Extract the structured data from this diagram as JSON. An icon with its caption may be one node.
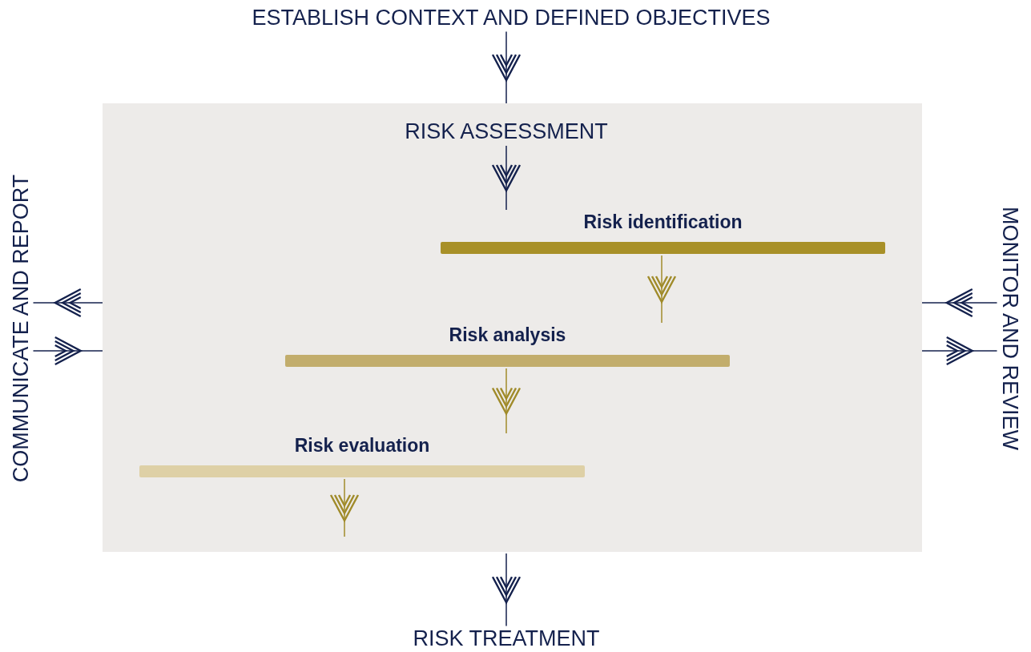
{
  "diagram": {
    "nodes": [
      {
        "text": [
          "ESTABLISH CONTEXT AND DEFINED OBJECTIVES"
        ]
      },
      {
        "text": [
          "RISK ASSESSMENT"
        ]
      },
      {
        "text": [
          "Risk identification"
        ],
        "in": 1
      },
      {
        "text": [
          "Risk analysis"
        ],
        "in": 1
      },
      {
        "text": [
          "Risk evaluation"
        ],
        "in": 1
      },
      {
        "text": [
          "RISK TREATMENT"
        ]
      },
      {
        "text": [
          "COMMUNICATE AND REPORT"
        ]
      },
      {
        "text": [
          "MONITOR AND REVIEW"
        ]
      }
    ],
    "edges": [
      {
        "from": 0,
        "to": 1,
        "arrow": "to"
      },
      {
        "from": 1,
        "to": 2,
        "arrow": "to"
      },
      {
        "from": 2,
        "to": 3,
        "arrow": "to",
        "color": "#a08b2a"
      },
      {
        "from": 3,
        "to": 4,
        "arrow": "to",
        "color": "#a08b2a"
      },
      {
        "from": 4,
        "to": null,
        "arrow": "to",
        "color": "#a08b2a"
      },
      {
        "from": 1,
        "to": 5,
        "arrow": "to"
      },
      {
        "from": 1,
        "to": 6,
        "arrow": "to"
      },
      {
        "from": 6,
        "to": 1,
        "arrow": "to"
      },
      {
        "from": 7,
        "to": 1,
        "arrow": "to"
      },
      {
        "from": 1,
        "to": 7,
        "arrow": "to"
      }
    ]
  }
}
